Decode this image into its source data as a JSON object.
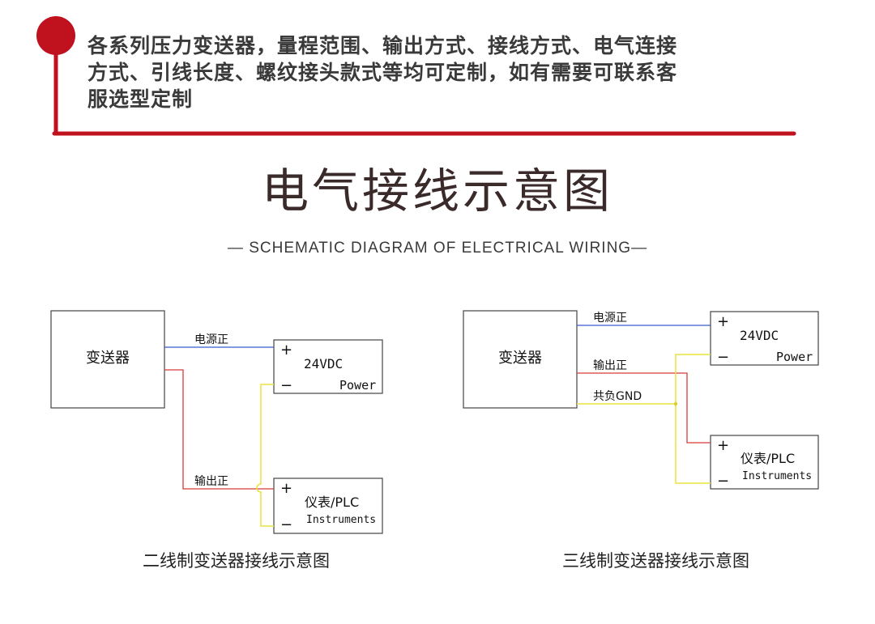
{
  "notice": {
    "lines": [
      "各系列压力变送器，量程范围、输出方式、接线方式、电气连接",
      "方式、引线长度、螺纹接头款式等均可定制，如有需要可联系客",
      "服选型定制"
    ]
  },
  "title": "电气接线示意图",
  "subtitle": "— SCHEMATIC DIAGRAM OF ELECTRICAL WIRING—",
  "colors": {
    "accent": "#c0121e",
    "wire_power_positive": "#3a5bd0",
    "wire_output_positive": "#d83a3a",
    "wire_ground": "#e8e33a"
  },
  "two_wire": {
    "transmitter": "变送器",
    "power_wire_label": "电源正",
    "output_wire_label": "输出正",
    "power_box": {
      "plus": "+",
      "minus": "−",
      "name": "24VDC",
      "sub": "Power"
    },
    "instrument_box": {
      "plus": "+",
      "minus": "−",
      "name": "仪表/PLC",
      "sub": "Instruments"
    },
    "caption": "二线制变送器接线示意图"
  },
  "three_wire": {
    "transmitter": "变送器",
    "power_wire_label": "电源正",
    "output_wire_label": "输出正",
    "ground_wire_label": "共负GND",
    "power_box": {
      "plus": "+",
      "minus": "−",
      "name": "24VDC",
      "sub": "Power"
    },
    "instrument_box": {
      "plus": "+",
      "minus": "−",
      "name": "仪表/PLC",
      "sub": "Instruments"
    },
    "caption": "三线制变送器接线示意图"
  }
}
